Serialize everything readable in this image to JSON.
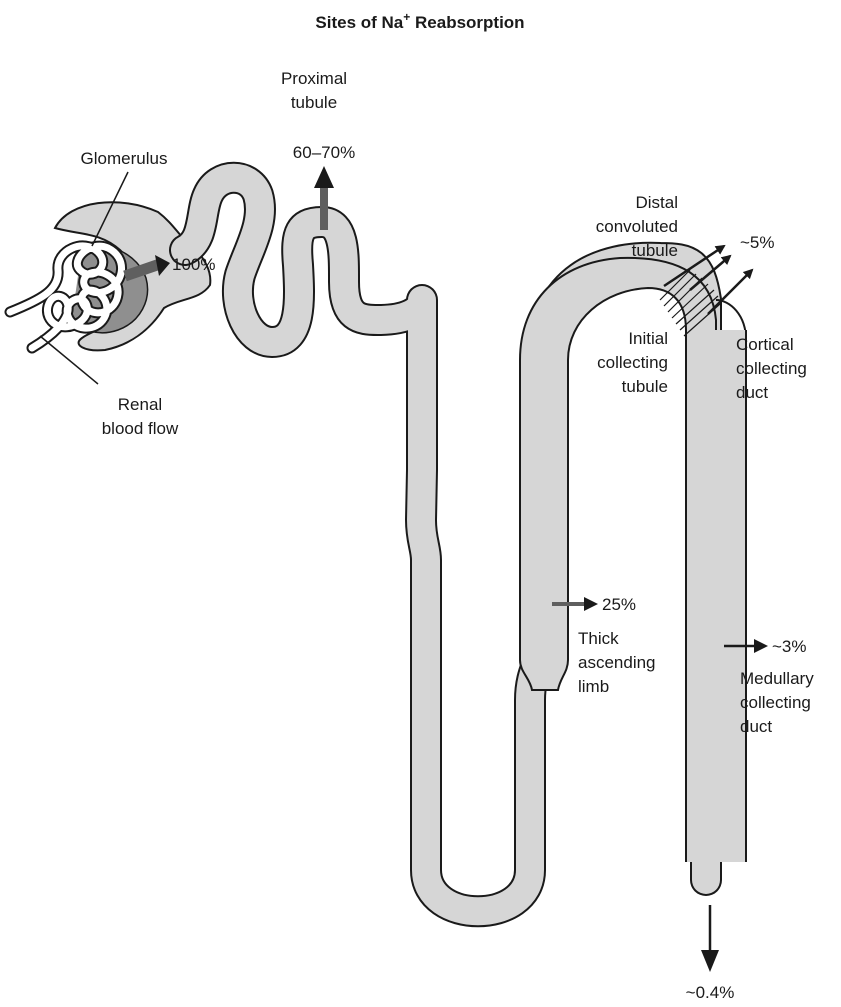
{
  "title": {
    "prefix": "Sites of Na",
    "superscript": "+",
    "suffix": " Reabsorption"
  },
  "labels": {
    "proximal_tubule": [
      "Proximal",
      "tubule"
    ],
    "proximal_pct": "60–70%",
    "glomerulus": "Glomerulus",
    "glomerulus_pct": "100%",
    "renal_blood_flow": [
      "Renal",
      "blood flow"
    ],
    "distal_convoluted_tubule": [
      "Distal",
      "convoluted",
      "tubule"
    ],
    "distal_pct": "~5%",
    "initial_collecting_tubule": [
      "Initial",
      "collecting",
      "tubule"
    ],
    "cortical_collecting_duct": [
      "Cortical",
      "collecting",
      "duct"
    ],
    "thick_ascending_pct": "25%",
    "thick_ascending_limb": [
      "Thick",
      "ascending",
      "limb"
    ],
    "medullary_pct": "~3%",
    "medullary_collecting_duct": [
      "Medullary",
      "collecting",
      "duct"
    ],
    "excreted_pct": "~0.4%"
  },
  "colors": {
    "outline": "#1a1a1a",
    "tubule_fill": "#d6d6d6",
    "capsule_inner": "#8f8f8f",
    "gray_arrow": "#5f5f5f"
  }
}
